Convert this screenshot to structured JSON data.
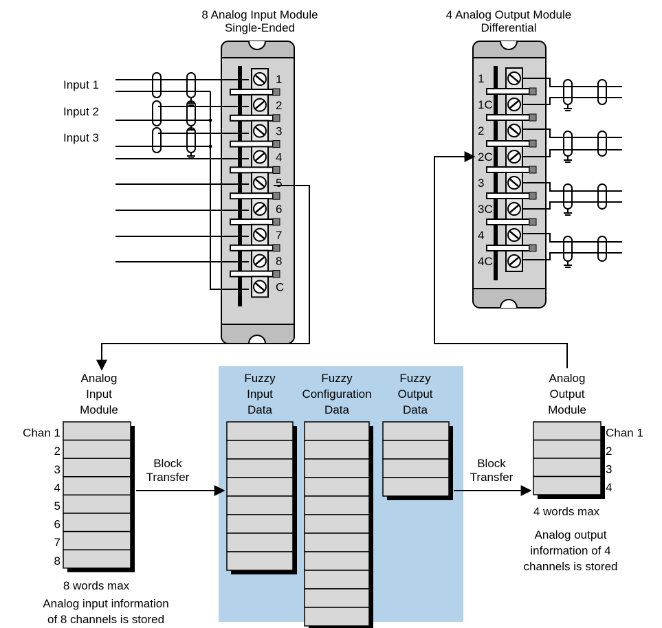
{
  "input_module": {
    "title_line1": "8 Analog Input Module",
    "title_line2": "Single-Ended",
    "terminals": [
      "1",
      "2",
      "3",
      "4",
      "5",
      "6",
      "7",
      "8",
      "C"
    ],
    "input_labels": [
      "Input 1",
      "Input 2",
      "Input 3"
    ]
  },
  "output_module": {
    "title_line1": "4 Analog Output Module",
    "title_line2": "Differential",
    "terminals": [
      "1",
      "1C",
      "2",
      "2C",
      "3",
      "3C",
      "4",
      "4C"
    ]
  },
  "analog_input_table": {
    "heading": [
      "Analog",
      "Input",
      "Module"
    ],
    "rows": [
      "Chan 1",
      "2",
      "3",
      "4",
      "5",
      "6",
      "7",
      "8"
    ],
    "footer": "8 words max",
    "caption_line1": "Analog input information",
    "caption_line2": "of 8 channels is stored"
  },
  "block_transfer_in": [
    "Block",
    "Transfer"
  ],
  "fuzzy_input": {
    "heading": [
      "Fuzzy",
      "Input",
      "Data"
    ],
    "rows": 8
  },
  "fuzzy_config": {
    "heading": [
      "Fuzzy",
      "Configuration",
      "Data"
    ],
    "rows": 11
  },
  "fuzzy_output": {
    "heading": [
      "Fuzzy",
      "Output",
      "Data"
    ],
    "rows": 4
  },
  "block_transfer_out": [
    "Block",
    "Transfer"
  ],
  "analog_output_table": {
    "heading": [
      "Analog",
      "Output",
      "Module"
    ],
    "rows": [
      "Chan 1",
      "2",
      "3",
      "4"
    ],
    "footer": "4 words max",
    "caption_line1": "Analog output",
    "caption_line2": "information of 4",
    "caption_line3": "channels is stored"
  },
  "colors": {
    "fuzzy_panel": "#b4d2ea",
    "module_body": "#d2d2d2",
    "module_bezel": "#bebebe",
    "table_cell": "#d8d8d8",
    "shadow": "#000000"
  }
}
